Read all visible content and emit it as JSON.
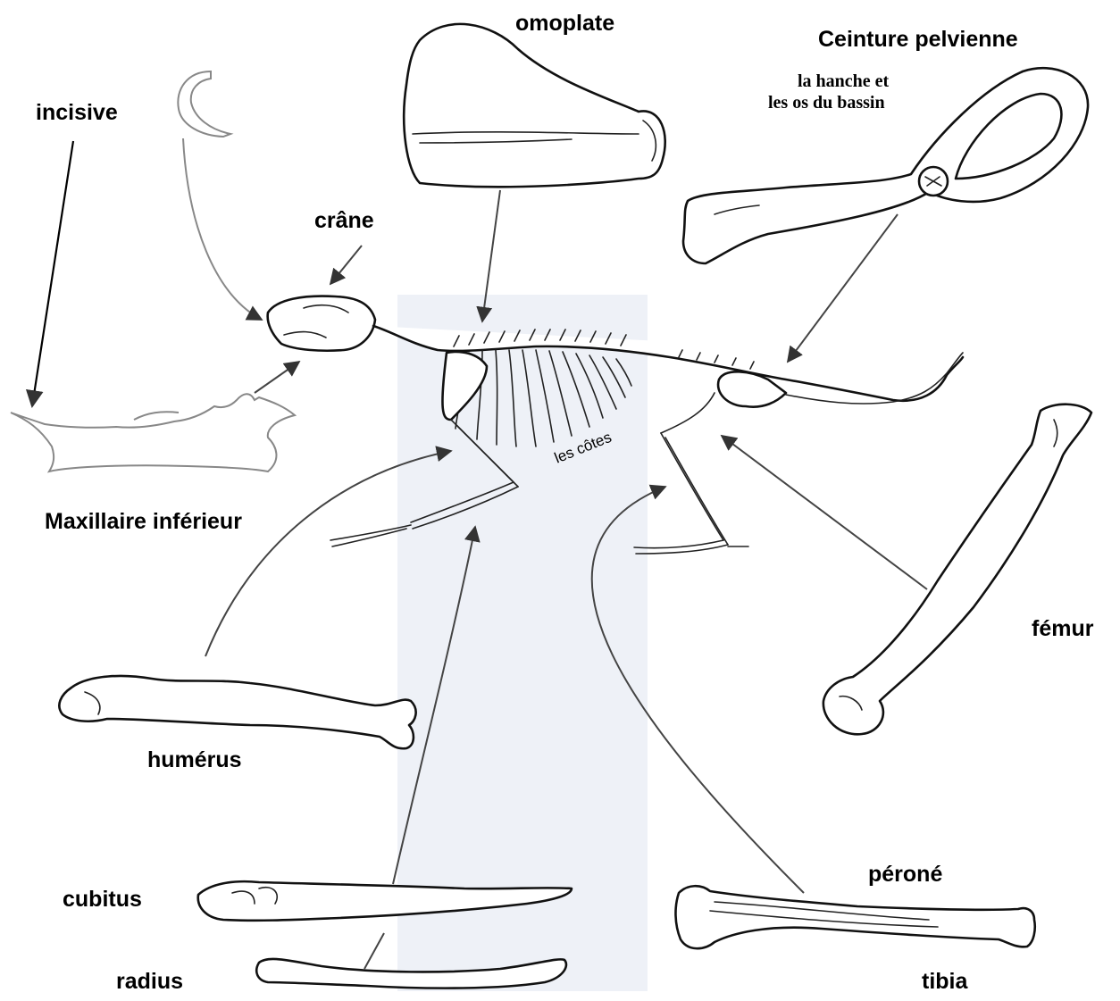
{
  "labels": {
    "omoplate": "omoplate",
    "ceinture": "Ceinture pelvienne",
    "hanche_line1": "la hanche et",
    "hanche_line2": "les os du bassin",
    "incisive": "incisive",
    "crane": "crâne",
    "maxillaire": "Maxillaire inférieur",
    "cotes": "les côtes",
    "femur": "fémur",
    "humerus": "humérus",
    "cubitus": "cubitus",
    "perone": "péroné",
    "radius": "radius",
    "tibia": "tibia"
  }
}
